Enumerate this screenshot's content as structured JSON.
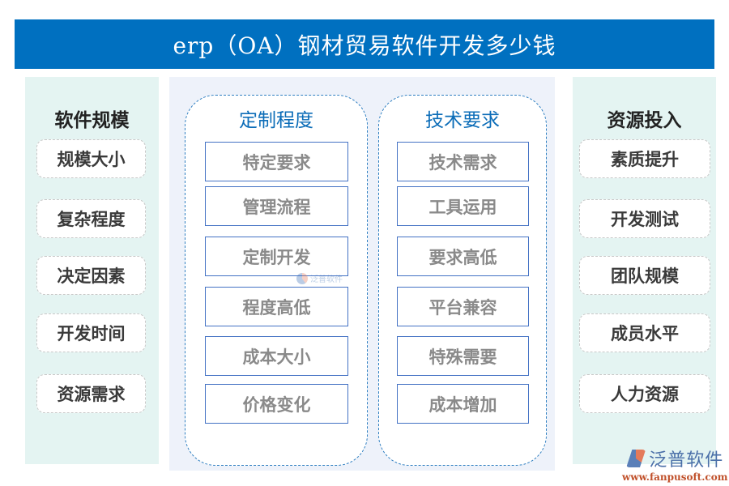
{
  "title": "erp（OA）钢材贸易软件开发多少钱",
  "colors": {
    "title_bg": "#0070c0",
    "side_bg": "#e4f4f2",
    "center_bg": "#eef2fa",
    "group_border": "#2f7fc1",
    "item_border": "#4472c4",
    "group_title": "#0c6db8"
  },
  "left_panel": {
    "title": "软件规模",
    "items": [
      "规模大小",
      "复杂程度",
      "决定因素",
      "开发时间",
      "资源需求"
    ]
  },
  "center": {
    "groups": [
      {
        "title": "定制程度",
        "items": [
          "特定要求",
          "管理流程",
          "定制开发",
          "程度高低",
          "成本大小",
          "价格变化"
        ]
      },
      {
        "title": "技术要求",
        "items": [
          "技术需求",
          "工具运用",
          "要求高低",
          "平台兼容",
          "特殊需要",
          "成本增加"
        ]
      }
    ]
  },
  "right_panel": {
    "title": "资源投入",
    "items": [
      "素质提升",
      "开发测试",
      "团队规模",
      "成员水平",
      "人力资源"
    ]
  },
  "watermark": {
    "brand": "泛普软件",
    "url": "www.fanpusoft.com"
  }
}
